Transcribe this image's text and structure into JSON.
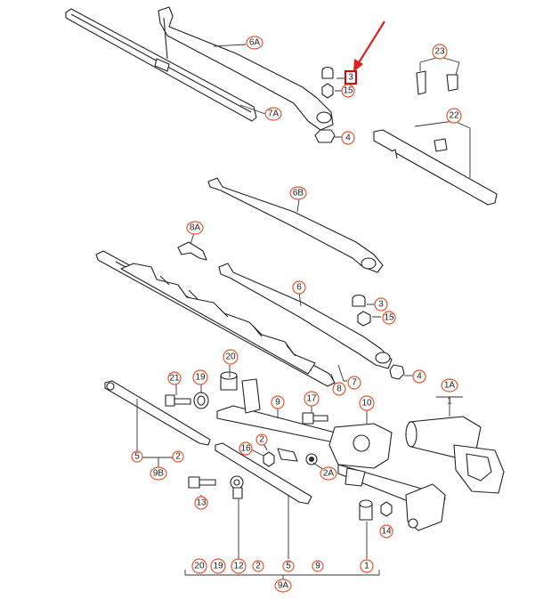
{
  "diagram": {
    "highlight_color": "#e00000",
    "callout_color": "#e8562a",
    "callouts": {
      "c6a": "6A",
      "c7a": "7A",
      "c3_top": "3",
      "c15_top": "15",
      "c4_top": "4",
      "c23": "23",
      "c22": "22",
      "c6b": "6B",
      "c8a": "8A",
      "c6": "6",
      "c3_mid": "3",
      "c15_mid": "15",
      "c7": "7",
      "c8": "8",
      "c4_mid": "4",
      "c1a": "1A",
      "c1_top": "1",
      "c20_top": "20",
      "c19_top": "19",
      "c21": "21",
      "c9_top": "9",
      "c17": "17",
      "c10": "10",
      "c2_mid": "2",
      "c16": "16",
      "c2a": "2A",
      "c5_left": "5",
      "c2_left": "2",
      "c9b": "9B",
      "c13": "13",
      "c14": "14",
      "c20_bot": "20",
      "c19_bot": "19",
      "c12": "12",
      "c2_bot": "2",
      "c5_bot": "5",
      "c9_bot": "9",
      "c1_bot": "1",
      "c9a": "9A"
    }
  }
}
